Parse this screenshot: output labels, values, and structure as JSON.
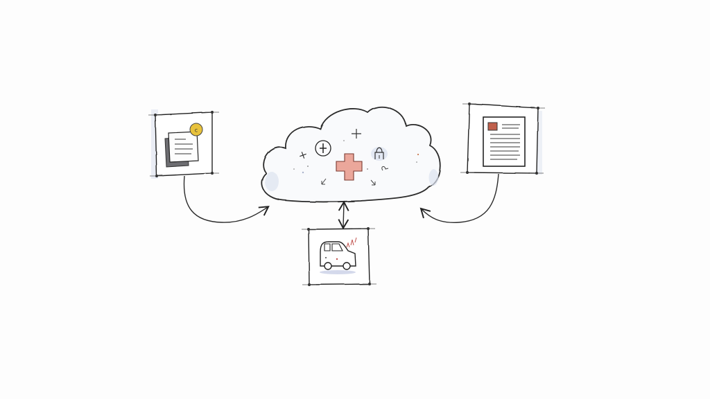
{
  "diagram": {
    "type": "hand-drawn sketch",
    "background": "#fdfdfd",
    "ink_color": "#222222",
    "nodes": [
      {
        "id": "cloud",
        "label": "",
        "description": "cloud containing medical cross, lock, sparkles",
        "accent": "#e9a196"
      },
      {
        "id": "documents-box",
        "label": "",
        "description": "stacked documents with gold coin",
        "accent": "#e8c23c"
      },
      {
        "id": "report-box",
        "label": "",
        "description": "document page with small photo",
        "accent": "#c0604c"
      },
      {
        "id": "vehicle-box",
        "label": "",
        "description": "car with signal marks",
        "accent": "#c0504c"
      }
    ],
    "edges": [
      {
        "from": "documents-box",
        "to": "cloud",
        "style": "curved arrow"
      },
      {
        "from": "report-box",
        "to": "cloud",
        "style": "curved arrow"
      },
      {
        "from": "cloud",
        "to": "vehicle-box",
        "style": "bidirectional vertical arrow"
      }
    ],
    "colors": {
      "cross": "#eba79b",
      "coin": "#e8c23c",
      "shade": "#dde3f0",
      "photo": "#c0604c"
    }
  }
}
